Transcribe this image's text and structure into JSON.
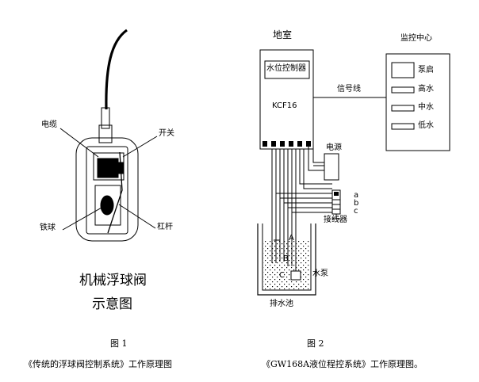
{
  "fig1": {
    "label_cable": "电缆",
    "label_switch": "开关",
    "label_iron_ball": "铁球",
    "label_lever": "杠杆",
    "title_line1": "机械浮球阀",
    "title_line2": "示意图",
    "fig_no": "图 1",
    "caption": "《传统的浮球阀控制系统》工作原理图"
  },
  "fig2": {
    "label_basement": "地室",
    "label_controller": "水位控制器",
    "label_model": "KCF16",
    "label_signal": "信号线",
    "label_power": "电源",
    "label_junction": "接线器",
    "label_abc": [
      "a",
      "b",
      "c"
    ],
    "label_probe_a": "A",
    "label_probe_b": "B",
    "label_probe_c": "C",
    "label_pump": "水泵",
    "label_pit": "排水池",
    "label_monitor": "监控中心",
    "monitor_items": [
      "泵启",
      "高水",
      "中水",
      "低水"
    ],
    "fig_no": "图 2",
    "caption": "《GW168A液位程控系统》工作原理图。"
  }
}
